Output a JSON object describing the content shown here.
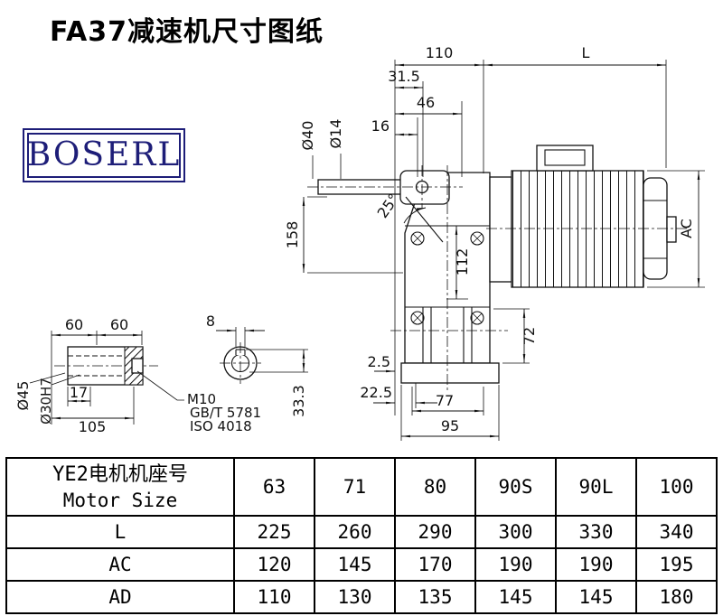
{
  "page": {
    "title": "FA37减速机尺寸图纸",
    "logo": "BOSERL"
  },
  "drawing": {
    "main_dims": {
      "w110": "110",
      "wL": "L",
      "w31_5": "31.5",
      "w46": "46",
      "w16": "16",
      "dia40": "Ø40",
      "dia14": "Ø14",
      "angle25": "25°",
      "h158": "158",
      "h112": "112",
      "hAC": "AC",
      "h72": "72",
      "b2_5": "2.5",
      "b22_5": "22.5",
      "b77": "77",
      "b95": "95"
    },
    "shaft_dims": {
      "w60a": "60",
      "w60b": "60",
      "key8": "8",
      "dia45": "Ø45",
      "dia30": "Ø30H7",
      "w17": "17",
      "w105": "105",
      "m10": "M10",
      "gbt": "GB/T 5781",
      "iso": "ISO 4018",
      "h33_3": "33.3"
    }
  },
  "table": {
    "header_cn": "YE2电机机座号",
    "header_en": "Motor Size",
    "columns": [
      "63",
      "71",
      "80",
      "90S",
      "90L",
      "100"
    ],
    "rows": [
      {
        "label": "L",
        "values": [
          "225",
          "260",
          "290",
          "300",
          "330",
          "340"
        ]
      },
      {
        "label": "AC",
        "values": [
          "120",
          "145",
          "170",
          "190",
          "190",
          "195"
        ]
      },
      {
        "label": "AD",
        "values": [
          "110",
          "130",
          "135",
          "145",
          "145",
          "180"
        ]
      }
    ]
  }
}
